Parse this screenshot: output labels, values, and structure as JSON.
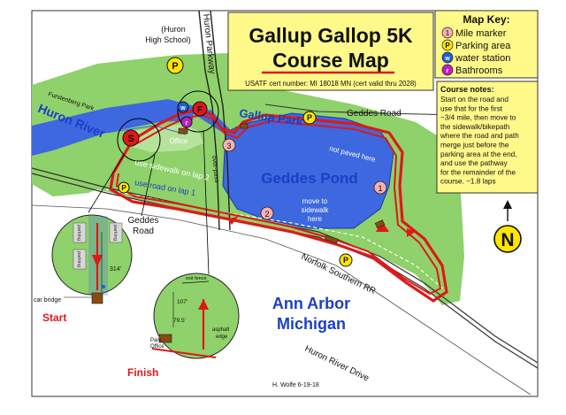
{
  "title": {
    "line1": "Gallup Gallop 5K",
    "line2": "Course Map",
    "cert": "USATF cert number:  MI 18018 MN (cert valid thru 2028)"
  },
  "key": {
    "heading": "Map Key:",
    "items": [
      {
        "symbol": "1",
        "label": "Mile marker",
        "color": "#f7b0b0"
      },
      {
        "symbol": "P",
        "label": "Parking area",
        "color": "#ffe600"
      },
      {
        "symbol": "W",
        "label": "water station",
        "color": "#1f5fd6"
      },
      {
        "symbol": "r",
        "label": "Bathrooms",
        "color": "#c21fc2"
      }
    ]
  },
  "notes": {
    "heading": "Course notes:",
    "lines": [
      "Start on the road and",
      "use that for the first",
      "~3/4 mile, then move to",
      "the sidewalk/bikepath",
      "where the road and path",
      "merge just before the",
      "parking area at the end,",
      "and use the pathway",
      "for the remainder of the",
      "course.     ~1.8 laps"
    ]
  },
  "labels": {
    "huron_hs_1": "(Huron",
    "huron_hs_2": "High School)",
    "huron_parkway": "Huron Parkway",
    "fuerstenberg": "Furstenberg Park",
    "huron_river": "Huron River",
    "gallup_park": "Gallup Park",
    "geddes_road_top": "Geddes Road",
    "geddes_pond": "Geddes Pond",
    "not_paved": "not paved here",
    "office": "Office",
    "overpass": "over-pass",
    "sidewalk_lap2": "use sidewalk on lap 2",
    "road_lap1": "use road on lap 1",
    "move_sidewalk_1": "move to",
    "move_sidewalk_2": "sidewalk",
    "move_sidewalk_3": "here",
    "geddes_road_1": "Geddes",
    "geddes_road_2": "Road",
    "norfolk": "Norfolk Southern RR",
    "ann_arbor_1": "Ann Arbor",
    "ann_arbor_2": "Michigan",
    "huron_river_drive": "Huron River Drive",
    "author": "H. Wolfe 6-19-18",
    "north": "N"
  },
  "start_inset": {
    "parking_labels": [
      "parking",
      "parking",
      "parking"
    ],
    "distance": "314'",
    "car_bridge": "car bridge",
    "start": "Start"
  },
  "finish_inset": {
    "exit_fence": "exit fence",
    "dist1": "107'",
    "dist2": "79.5'",
    "asphalt_1": "asphalt",
    "asphalt_2": "edge",
    "park_1": "Park",
    "park_2": "Office",
    "finish": "Finish"
  },
  "mile_markers": [
    "1",
    "2",
    "3"
  ],
  "markers": {
    "start": "S",
    "finish": "F",
    "water": "w",
    "bath": "r",
    "parking": "P"
  },
  "colors": {
    "park_green": "#8fd16a",
    "pond_blue": "#3d68e0",
    "route_red": "#e01818",
    "yellow": "#fff98a",
    "heading_blue": "#1b3fc6"
  }
}
